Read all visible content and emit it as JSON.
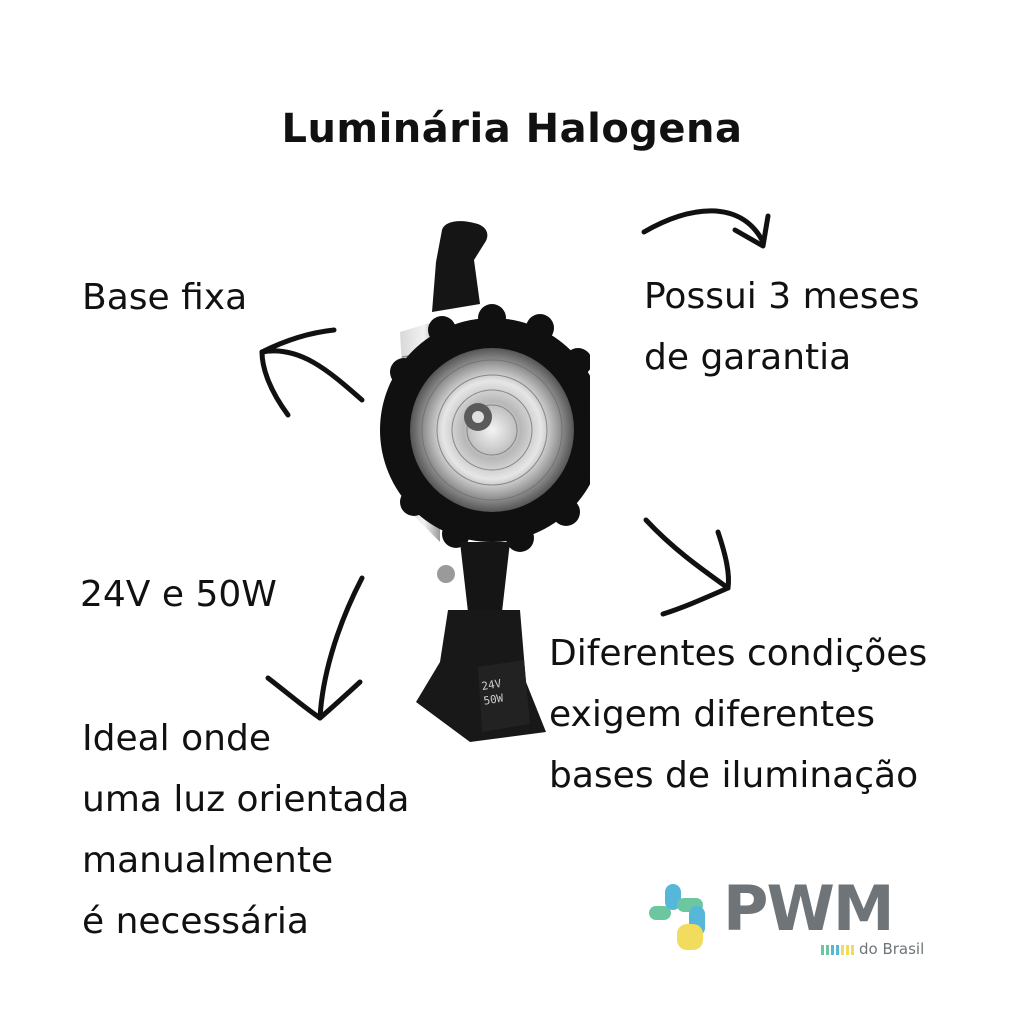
{
  "title": "Luminária Halogena",
  "labels": {
    "base_fixa": "Base fixa",
    "garantia": [
      "Possui 3 meses",
      "de garantia"
    ],
    "voltagem": "24V e 50W",
    "ideal": [
      "Ideal onde",
      "uma luz orientada",
      "manualmente",
      "é necessária"
    ],
    "diferentes": [
      "Diferentes condições",
      "exigem diferentes",
      "bases de iluminação"
    ]
  },
  "product": {
    "base_marking": [
      "24V",
      "50W"
    ]
  },
  "logo": {
    "word": "PWM",
    "sub": "do Brasil"
  },
  "colors": {
    "text": "#111111",
    "logo_gray": "#6e7478",
    "logo_green": "#6cc7a0",
    "logo_blue": "#56b7d9",
    "logo_yellow": "#f2dc5d"
  }
}
